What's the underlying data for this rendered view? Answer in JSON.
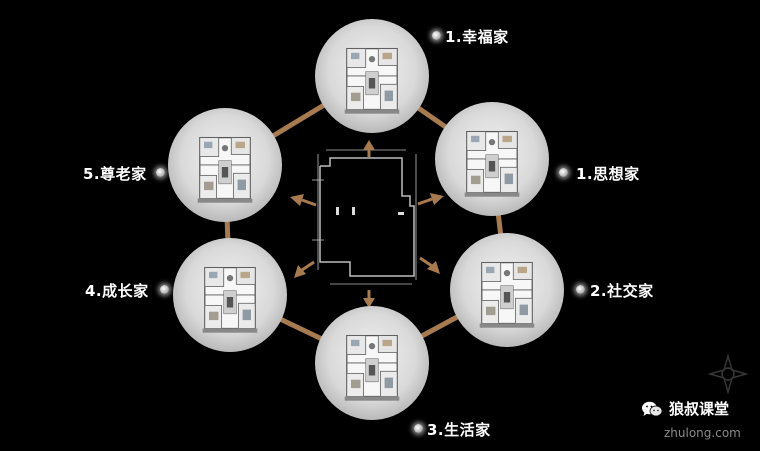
{
  "diagram": {
    "nodes": [
      {
        "id": "top",
        "label": "1.幸福家"
      },
      {
        "id": "right-upper",
        "label": "1.思想家"
      },
      {
        "id": "right-lower",
        "label": "2.社交家"
      },
      {
        "id": "bottom",
        "label": "3.生活家"
      },
      {
        "id": "left-lower",
        "label": "4.成长家"
      },
      {
        "id": "left-upper",
        "label": "5.尊老家"
      }
    ],
    "center": {
      "icon": "floor-plan-outline"
    }
  },
  "brand": {
    "name": "狼叔课堂",
    "icon": "wechat-icon"
  },
  "watermark": {
    "text": "zhulong.com"
  },
  "colors": {
    "background": "#000000",
    "ring": "#a87a4f",
    "circle": "#d8d8d8",
    "text": "#ffffff"
  }
}
